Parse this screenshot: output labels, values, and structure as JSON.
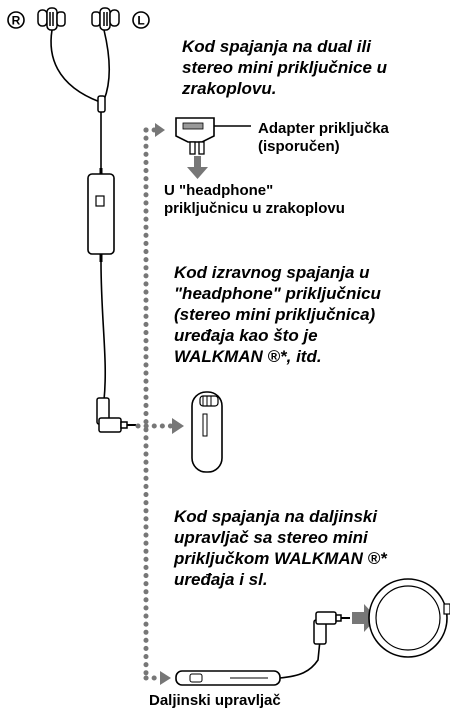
{
  "earbuds": {
    "right_marker": "R",
    "left_marker": "L"
  },
  "sections": {
    "airplane": {
      "lines": [
        "Kod spajanja na dual ili",
        "stereo mini priključnice u",
        "zrakoplovu."
      ]
    },
    "adapter_label": {
      "lines": [
        "Adapter priključka",
        "(isporučen)"
      ]
    },
    "headphone_jack_airplane": {
      "lines": [
        "U \"headphone\"",
        "priključnicu u zrakoplovu"
      ]
    },
    "direct": {
      "lines": [
        "Kod izravnog spajanja u",
        "\"headphone\" priključnicu",
        "(stereo mini priključnica)",
        "uređaja kao što je",
        "WALKMAN ®*, itd."
      ]
    },
    "remote": {
      "lines": [
        "Kod spajanja na daljinski",
        "upravljač sa stereo mini",
        "priključkom WALKMAN ®*",
        "uređaja i sl."
      ]
    }
  },
  "bottom_label": "Daljinski upravljač"
}
